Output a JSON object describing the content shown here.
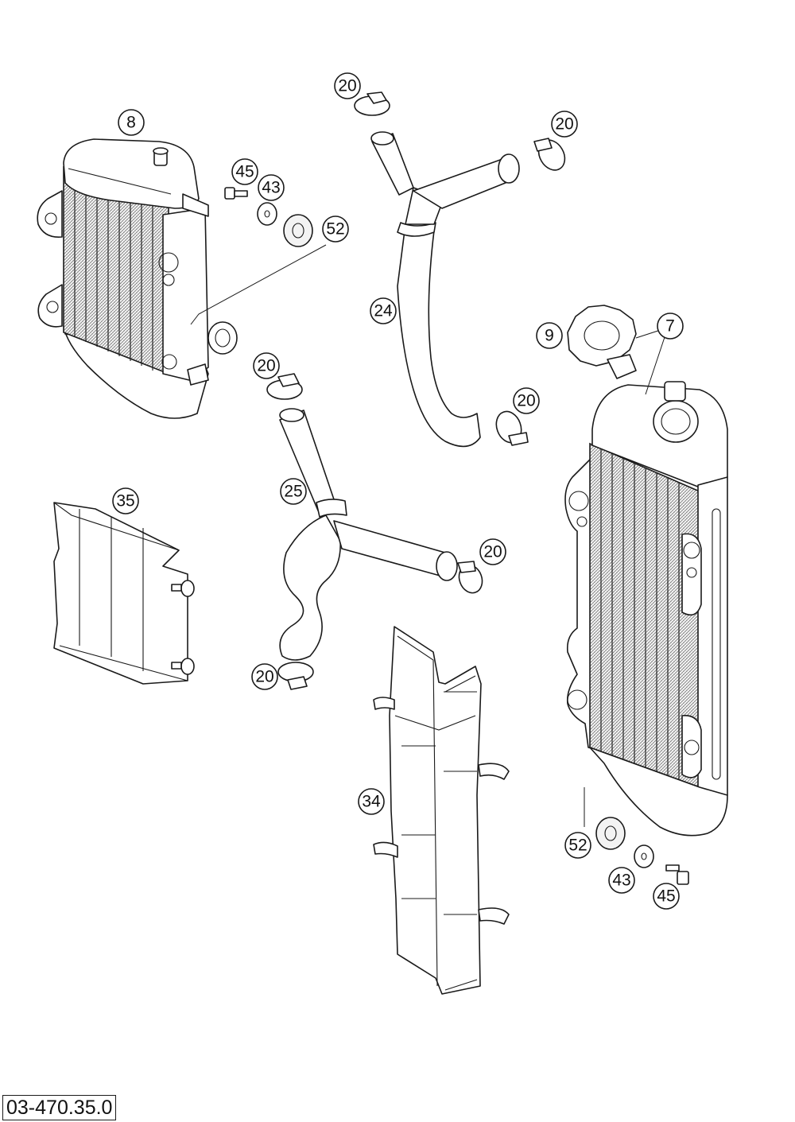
{
  "document": {
    "number": "03-470.35.0"
  },
  "callouts": [
    {
      "id": "c8",
      "label": "8"
    },
    {
      "id": "c45a",
      "label": "45"
    },
    {
      "id": "c43a",
      "label": "43"
    },
    {
      "id": "c52a",
      "label": "52"
    },
    {
      "id": "c20a",
      "label": "20"
    },
    {
      "id": "c20b",
      "label": "20"
    },
    {
      "id": "c24",
      "label": "24"
    },
    {
      "id": "c9",
      "label": "9"
    },
    {
      "id": "c7",
      "label": "7"
    },
    {
      "id": "c20c",
      "label": "20"
    },
    {
      "id": "c20d",
      "label": "20"
    },
    {
      "id": "c25",
      "label": "25"
    },
    {
      "id": "c35",
      "label": "35"
    },
    {
      "id": "c20e",
      "label": "20"
    },
    {
      "id": "c20f",
      "label": "20"
    },
    {
      "id": "c34",
      "label": "34"
    },
    {
      "id": "c52b",
      "label": "52"
    },
    {
      "id": "c43b",
      "label": "43"
    },
    {
      "id": "c45b",
      "label": "45"
    }
  ],
  "icons": [
    "radiator-left",
    "radiator-right",
    "radiator-cap",
    "hose-24",
    "hose-25",
    "hose-clamp",
    "screw",
    "washer",
    "rubber-grommet",
    "radiator-guard-35",
    "radiator-guard-34"
  ]
}
